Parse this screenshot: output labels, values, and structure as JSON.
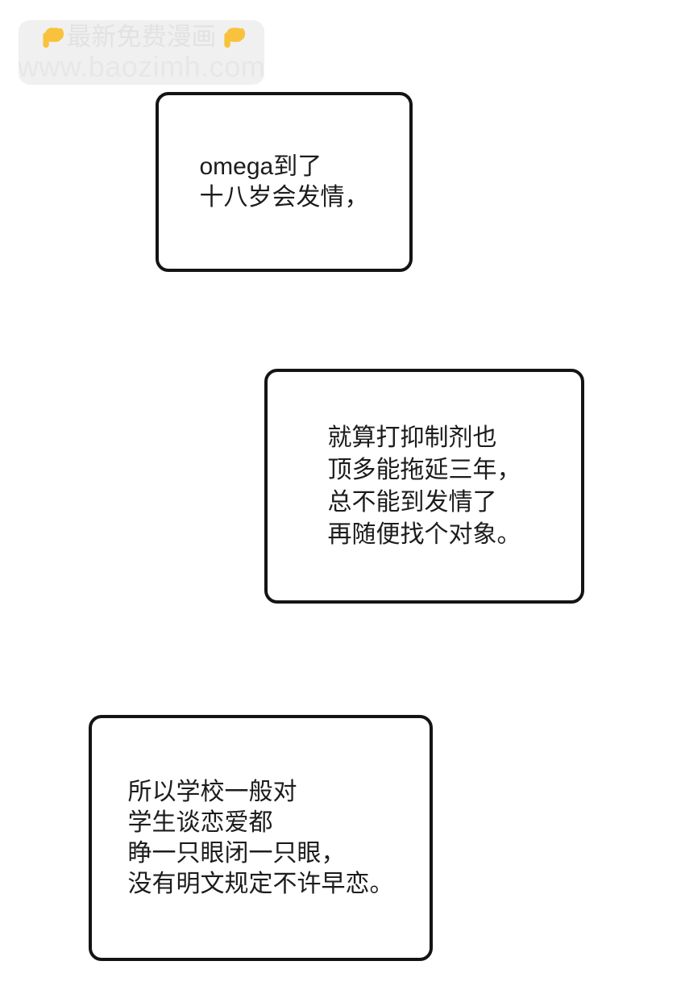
{
  "page": {
    "background": "#ffffff"
  },
  "watermark": {
    "badge_bg": "#f0f0f0",
    "title": "最新免费漫画",
    "title_color": "#e2e2e2",
    "url": "www.baozimh.com",
    "url_color": "#e7e7e7",
    "hand_icon": "backhand-index-pointing-down",
    "hand_color": "#f9c23c"
  },
  "style": {
    "bubble_border": "#141414",
    "text_color": "#1c1c1c"
  },
  "bubbles": [
    {
      "name": "bubble-1",
      "lines": [
        "omega到了",
        "十八岁会发情，"
      ]
    },
    {
      "name": "bubble-2",
      "lines": [
        "就算打抑制剂也",
        "顶多能拖延三年，",
        "总不能到发情了",
        "再随便找个对象。"
      ]
    },
    {
      "name": "bubble-3",
      "lines": [
        "所以学校一般对",
        "学生谈恋爱都",
        "睁一只眼闭一只眼，",
        "没有明文规定不许早恋。"
      ]
    }
  ]
}
